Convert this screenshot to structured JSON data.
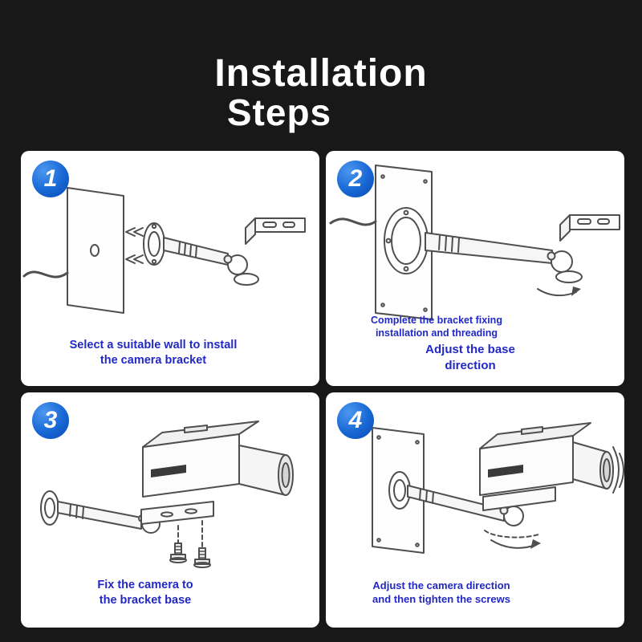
{
  "page": {
    "title_line1": "Installation",
    "title_line2": "Steps"
  },
  "colors": {
    "background": "#181818",
    "panel": "#ffffff",
    "badge_blue": "#1767d4",
    "caption_blue": "#2128c4",
    "title_white": "#ffffff",
    "line_art": "#4f4f4f"
  },
  "steps": [
    {
      "number": "1",
      "caption": [
        "Select a suitable wall to install",
        "the camera bracket"
      ]
    },
    {
      "number": "2",
      "caption": [
        "Complete the bracket fixing",
        "installation and threading"
      ],
      "subcaption": [
        "Adjust the base",
        "direction"
      ]
    },
    {
      "number": "3",
      "caption": [
        "Fix the camera to",
        "the bracket base"
      ]
    },
    {
      "number": "4",
      "caption": [
        "Adjust the camera direction",
        "and then tighten the screws"
      ]
    }
  ]
}
